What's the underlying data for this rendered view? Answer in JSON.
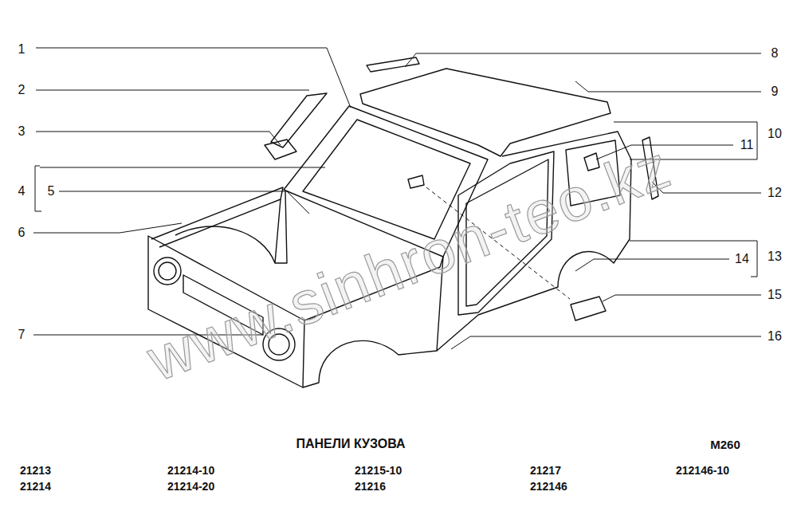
{
  "diagram": {
    "title": "ПАНЕЛИ КУЗОВА",
    "labels": [
      "1",
      "2",
      "3",
      "4",
      "5",
      "6",
      "7",
      "8",
      "9",
      "10",
      "11",
      "12",
      "13",
      "14",
      "15",
      "16",
      "M260",
      "21213",
      "21214-10",
      "21215-10",
      "21217",
      "212146-10",
      "21214",
      "21214-20",
      "21216",
      "212146",
      "www.sinhron-teo.kz"
    ]
  }
}
